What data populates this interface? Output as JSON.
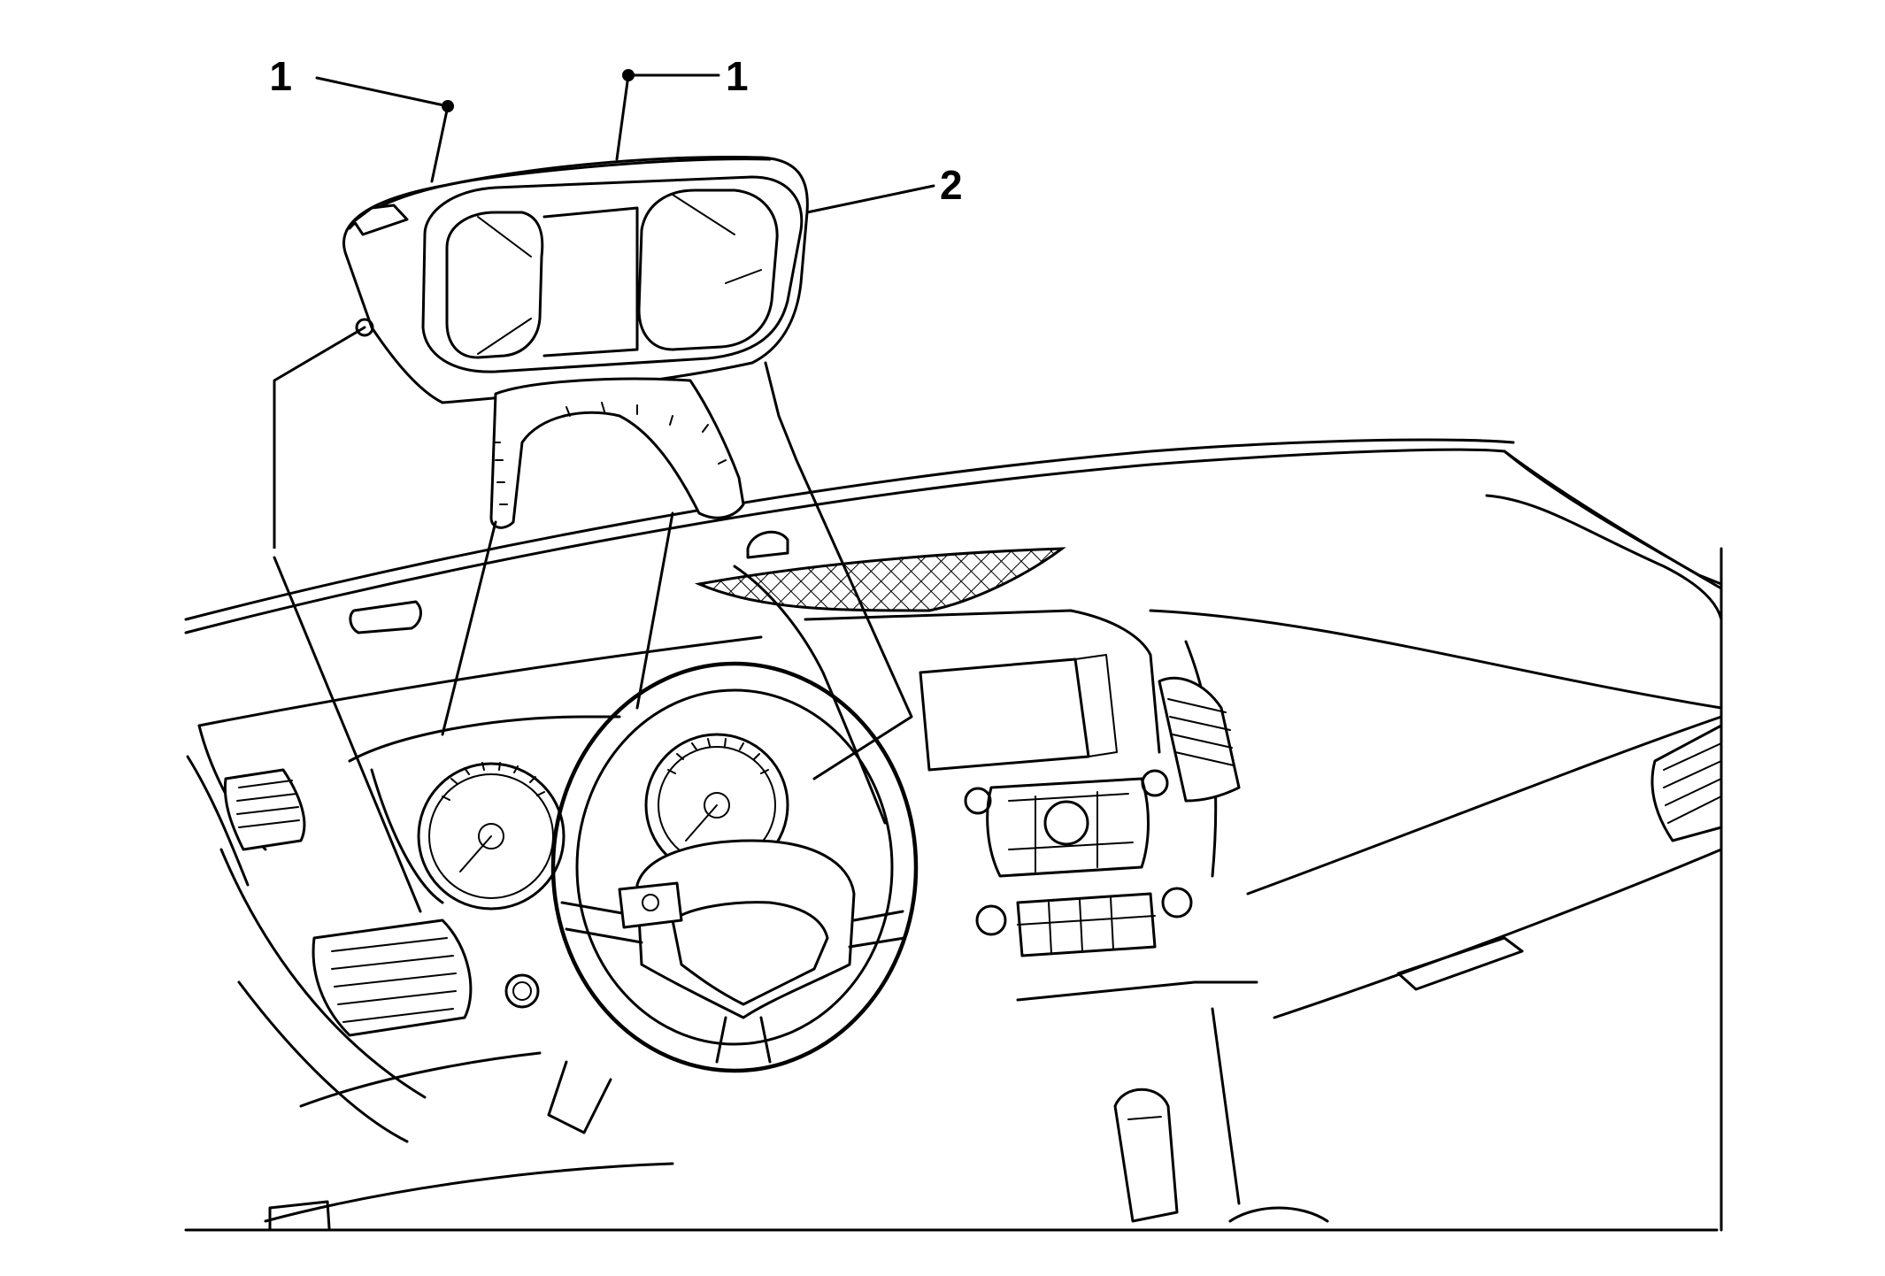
{
  "callouts": [
    {
      "id": "fastener-left",
      "label": "1"
    },
    {
      "id": "fastener-right",
      "label": "1"
    },
    {
      "id": "cluster",
      "label": "2"
    }
  ],
  "colors": {
    "line": "#000000",
    "background": "#ffffff"
  }
}
